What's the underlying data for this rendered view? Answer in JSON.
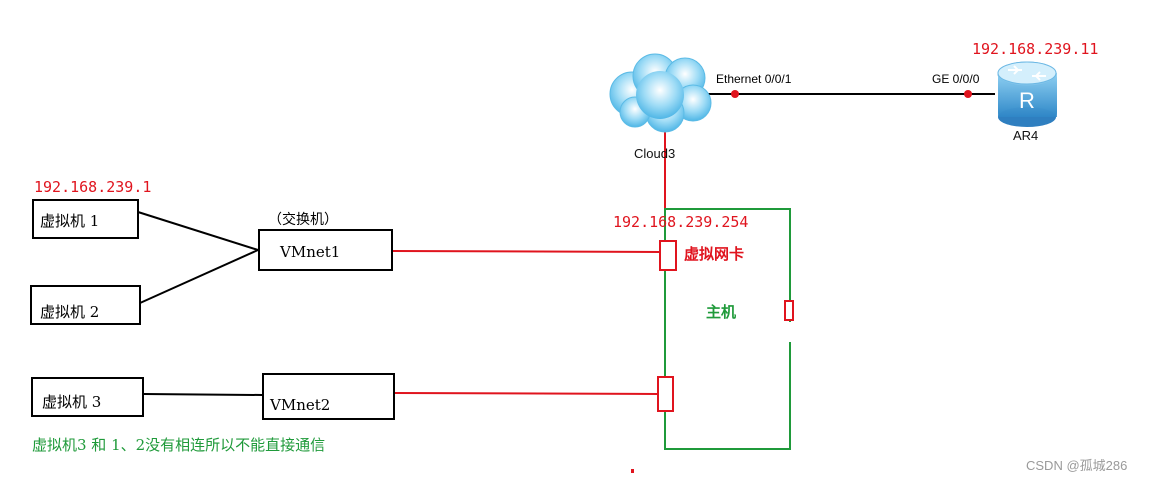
{
  "ips": {
    "router": "192.168.239.11",
    "vm1": "192.168.239.1",
    "host_nic": "192.168.239.254"
  },
  "cloud": {
    "label": "Cloud3"
  },
  "router": {
    "label": "AR4",
    "icon": "router-icon"
  },
  "link": {
    "port_cloud": "Ethernet 0/0/1",
    "port_router": "GE 0/0/0"
  },
  "vms": {
    "vm1": "虚拟机 1",
    "vm2": "虚拟机 2",
    "vm3": "虚拟机 3"
  },
  "switch_label": "（交换机）",
  "vmnet1": "VMnet1",
  "vmnet2": "VMnet2",
  "host": {
    "nic_label": "虚拟网卡",
    "label": "主机"
  },
  "note": "虚拟机3 和 1、2没有相连所以不能直接通信",
  "watermark": "CSDN @孤城286",
  "colors": {
    "red": "#e0141e",
    "green": "#1f9a3a",
    "black": "#000000"
  }
}
